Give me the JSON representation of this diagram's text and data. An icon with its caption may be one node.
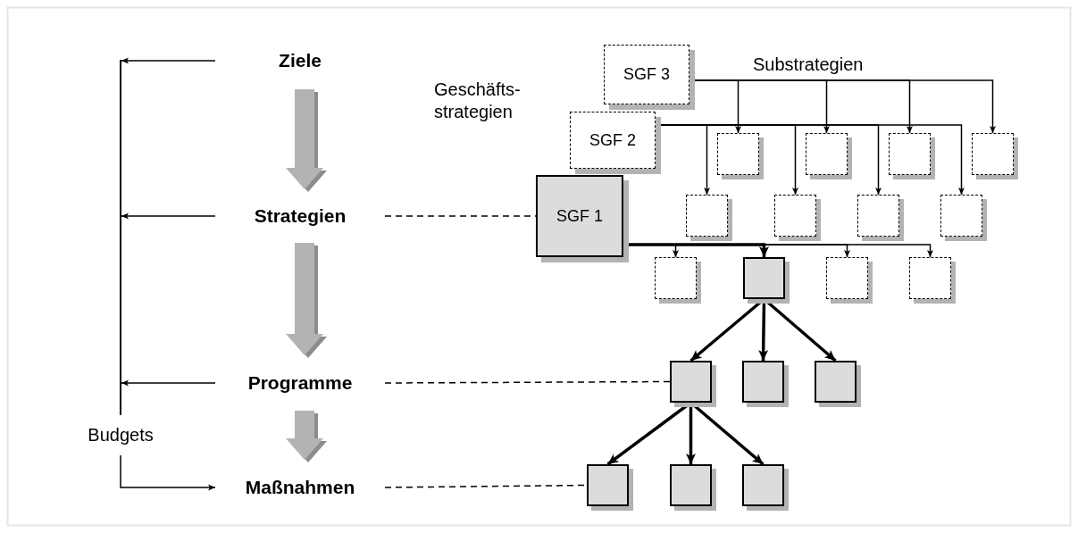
{
  "diagram": {
    "nodes": [
      {
        "text": [
          "Ziele"
        ]
      },
      {
        "text": [
          "Strategien"
        ]
      },
      {
        "text": [
          "Programme"
        ]
      },
      {
        "text": [
          "Budgets"
        ]
      },
      {
        "text": [
          "Maßnahmen"
        ]
      },
      {
        "text": [
          "SGF 3"
        ]
      },
      {
        "text": [
          "SGF 2"
        ]
      },
      {
        "text": [
          "SGF 1"
        ]
      },
      {
        "text": [],
        "shape": "box"
      },
      {
        "text": [],
        "shape": "box"
      },
      {
        "text": [],
        "shape": "box"
      },
      {
        "text": [],
        "shape": "box"
      },
      {
        "text": [],
        "shape": "box"
      },
      {
        "text": [],
        "shape": "box"
      },
      {
        "text": [],
        "shape": "box"
      },
      {
        "text": [],
        "shape": "box"
      },
      {
        "text": [],
        "shape": "box"
      },
      {
        "text": [],
        "shape": "box"
      },
      {
        "text": [],
        "shape": "box"
      },
      {
        "text": [],
        "shape": "box"
      },
      {
        "text": [],
        "shape": "box"
      },
      {
        "text": [],
        "shape": "box"
      },
      {
        "text": [],
        "shape": "box"
      },
      {
        "text": [],
        "shape": "box"
      },
      {
        "text": [],
        "shape": "box"
      },
      {
        "text": [],
        "shape": "box"
      },
      {
        "text": [],
        "shape": "bar"
      }
    ],
    "edges": [
      {
        "from": 0,
        "to": 26,
        "arrow": "to"
      },
      {
        "from": 1,
        "to": 26,
        "arrow": "to"
      },
      {
        "from": 2,
        "to": 26,
        "arrow": "to"
      },
      {
        "from": 3,
        "to": 4,
        "arrow": "to"
      },
      {
        "from": 0,
        "to": 1,
        "arrow": "to",
        "style": "thick",
        "color": "#b3b3b3"
      },
      {
        "from": 1,
        "to": 2,
        "arrow": "to",
        "style": "thick",
        "color": "#b3b3b3"
      },
      {
        "from": 2,
        "to": 4,
        "arrow": "to",
        "style": "thick",
        "color": "#b3b3b3"
      },
      {
        "from": 1,
        "to": 7,
        "arrow": "none",
        "style": "dashed"
      },
      {
        "from": 2,
        "to": 20,
        "arrow": "none",
        "style": "dashed"
      },
      {
        "from": 4,
        "to": 23,
        "arrow": "none",
        "style": "dashed"
      },
      {
        "from": 5,
        "to": 8,
        "arrow": "to"
      },
      {
        "from": 5,
        "to": 9,
        "arrow": "to"
      },
      {
        "from": 5,
        "to": 10,
        "arrow": "to"
      },
      {
        "from": 5,
        "to": 11,
        "arrow": "to"
      },
      {
        "from": 6,
        "to": 12,
        "arrow": "to"
      },
      {
        "from": 6,
        "to": 13,
        "arrow": "to"
      },
      {
        "from": 6,
        "to": 14,
        "arrow": "to"
      },
      {
        "from": 6,
        "to": 15,
        "arrow": "to"
      },
      {
        "from": 7,
        "to": 16,
        "arrow": "to"
      },
      {
        "from": 7,
        "to": 17,
        "arrow": "to",
        "style": "thick"
      },
      {
        "from": 7,
        "to": 18,
        "arrow": "to"
      },
      {
        "from": 7,
        "to": 19,
        "arrow": "to"
      },
      {
        "from": 17,
        "to": 20,
        "arrow": "to",
        "style": "thick"
      },
      {
        "from": 17,
        "to": 21,
        "arrow": "to",
        "style": "thick"
      },
      {
        "from": 17,
        "to": 22,
        "arrow": "to",
        "style": "thick"
      },
      {
        "from": 20,
        "to": 23,
        "arrow": "to",
        "style": "thick"
      },
      {
        "from": 20,
        "to": 24,
        "arrow": "to",
        "style": "thick"
      },
      {
        "from": 20,
        "to": 25,
        "arrow": "to",
        "style": "thick"
      }
    ],
    "labels": [
      "Substrategien",
      "Geschäfts- strategien"
    ]
  }
}
